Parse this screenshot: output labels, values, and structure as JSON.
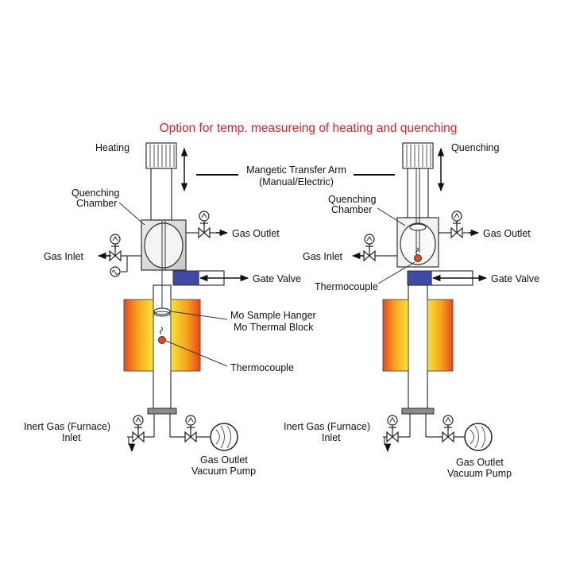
{
  "title": "Option for temp. measureing of heating and quenching",
  "colors": {
    "title": "#e21f26",
    "furnace_outer": "#f7a21b",
    "furnace_inner": "#f7e23a",
    "furnace_core": "#e8471d",
    "gate_valve": "#3d4aa8",
    "chamber": "#d9d9d9",
    "thermocouple_dot": "#e8471d"
  },
  "center_labels": {
    "transfer_arm_line1": "Mangetic Transfer Arm",
    "transfer_arm_line2": "(Manual/Electric)"
  },
  "left": {
    "heating": "Heating",
    "quenching_chamber_line1": "Quenching",
    "quenching_chamber_line2": "Chamber",
    "gas_outlet": "Gas Outlet",
    "gas_inlet": "Gas Inlet",
    "gate_valve": "Gate Valve",
    "sample_hanger": "Mo Sample Hanger",
    "thermal_block": "Mo Thermal Block",
    "thermocouple": "Thermocouple",
    "inert_gas_line1": "Inert Gas (Furnace)",
    "inert_gas_line2": "Inlet",
    "pump_line1": "Gas Outlet",
    "pump_line2": "Vacuum Pump"
  },
  "right": {
    "quenching": "Quenching",
    "quenching_chamber_line1": "Quenching",
    "quenching_chamber_line2": "Chamber",
    "gas_outlet": "Gas Outlet",
    "gas_inlet": "Gas Inlet",
    "gate_valve": "Gate Valve",
    "thermocouple": "Thermocouple",
    "inert_gas_line1": "Inert Gas (Furnace)",
    "inert_gas_line2": "Inlet",
    "pump_line1": "Gas Outlet",
    "pump_line2": "Vacuum Pump"
  }
}
